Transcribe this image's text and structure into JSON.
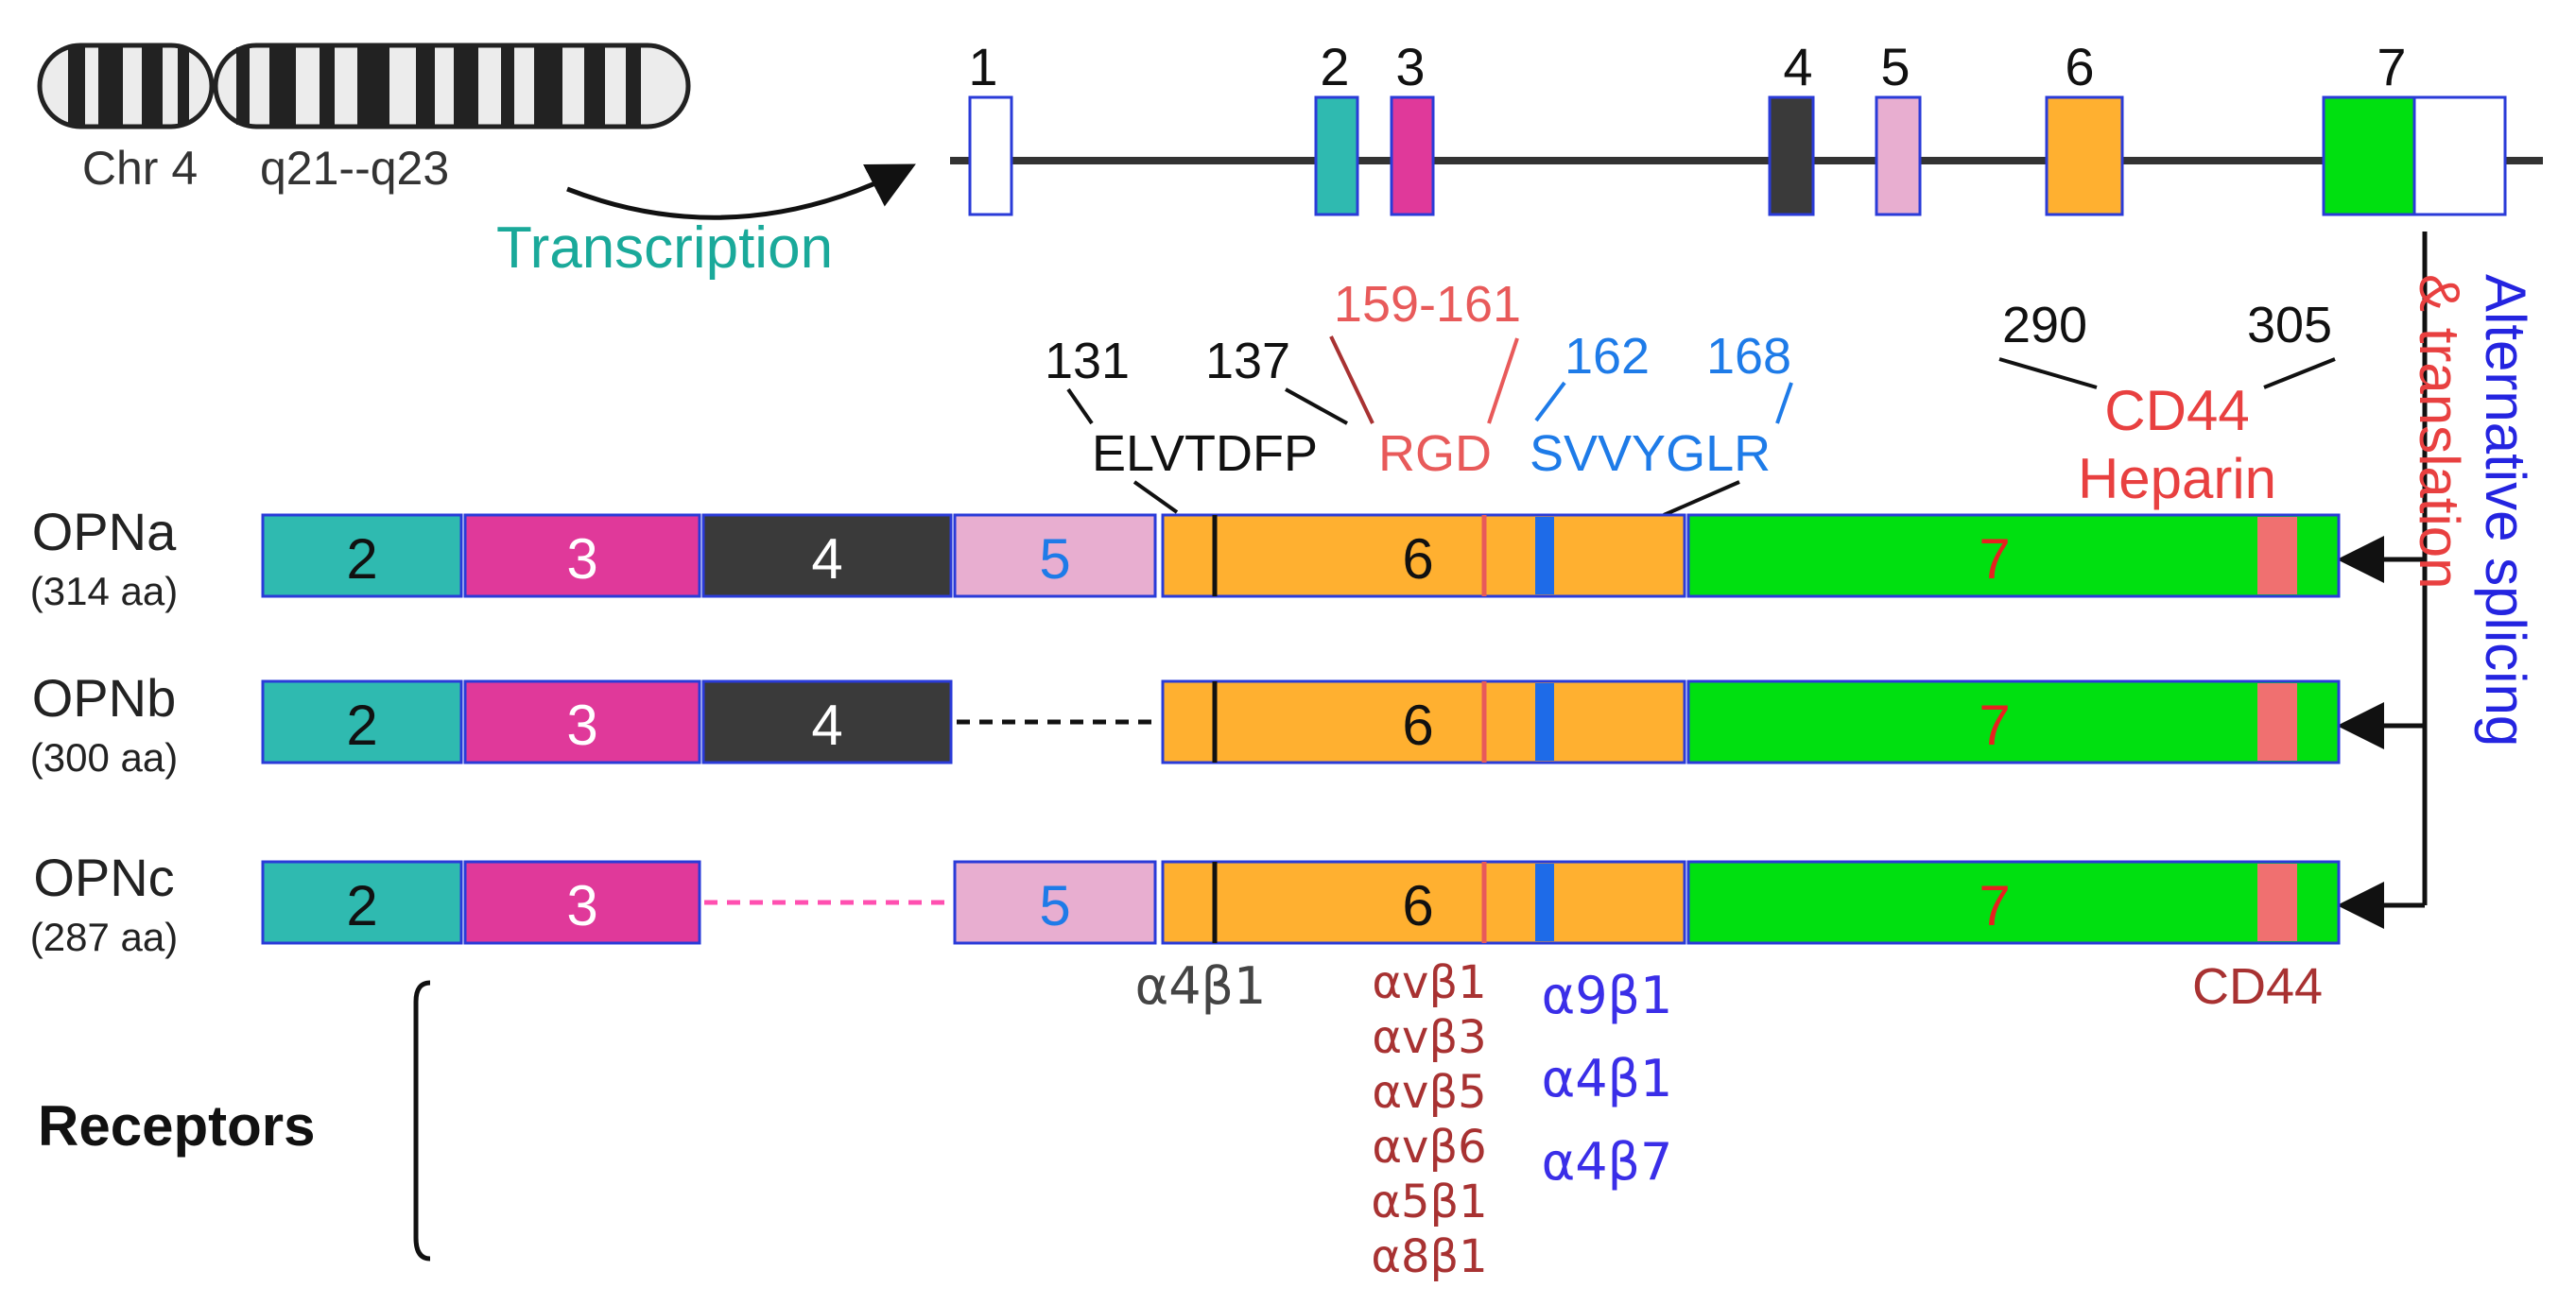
{
  "chromosome": {
    "name": "Chr 4",
    "band": "q21--q23"
  },
  "transcription_label": "Transcription",
  "exons": [
    {
      "label": "1",
      "color": "#ffffff"
    },
    {
      "label": "2",
      "color": "#2fbab0"
    },
    {
      "label": "3",
      "color": "#e0399a"
    },
    {
      "label": "4",
      "color": "#3a3a3a"
    },
    {
      "label": "5",
      "color": "#e8aed0"
    },
    {
      "label": "6",
      "color": "#ffb030"
    },
    {
      "label": "7",
      "color": "#00e010",
      "color_utr": "#ffffff"
    }
  ],
  "splicing_label": {
    "line1": "Alternative splicing",
    "line2": "& translation"
  },
  "positions": {
    "p131": "131",
    "p137": "137",
    "p159": "159-161",
    "p162": "162",
    "p168": "168",
    "p290": "290",
    "p305": "305"
  },
  "motifs": {
    "elvtdfp": "ELVTDFP",
    "rgd": "RGD",
    "svvyglr": "SVVYGLR",
    "cd44": "CD44",
    "heparin": "Heparin"
  },
  "isoforms": [
    {
      "name": "OPNa",
      "length": "(314 aa)",
      "segments": [
        "2",
        "3",
        "4",
        "5",
        "6",
        "7"
      ]
    },
    {
      "name": "OPNb",
      "length": "(300 aa)",
      "segments": [
        "2",
        "3",
        "4",
        "6",
        "7"
      ]
    },
    {
      "name": "OPNc",
      "length": "(287 aa)",
      "segments": [
        "2",
        "3",
        "5",
        "6",
        "7"
      ]
    }
  ],
  "receptors": {
    "title": "Receptors",
    "elvtdfp_site": "α4β1",
    "rgd_site": [
      "αvβ1",
      "αvβ3",
      "αvβ5",
      "αvβ6",
      "α5β1",
      "α8β1"
    ],
    "svvyglr_site": [
      "α9β1",
      "α4β1",
      "α4β7"
    ],
    "cd44_site": "CD44"
  },
  "colors": {
    "teal_text": "#1aa99a",
    "red_text": "#e85a5a",
    "blue_text": "#1e7be8",
    "purple_text": "#3a2ee8",
    "dark_red_text": "#a83232",
    "exon7_number": "#e82020"
  }
}
